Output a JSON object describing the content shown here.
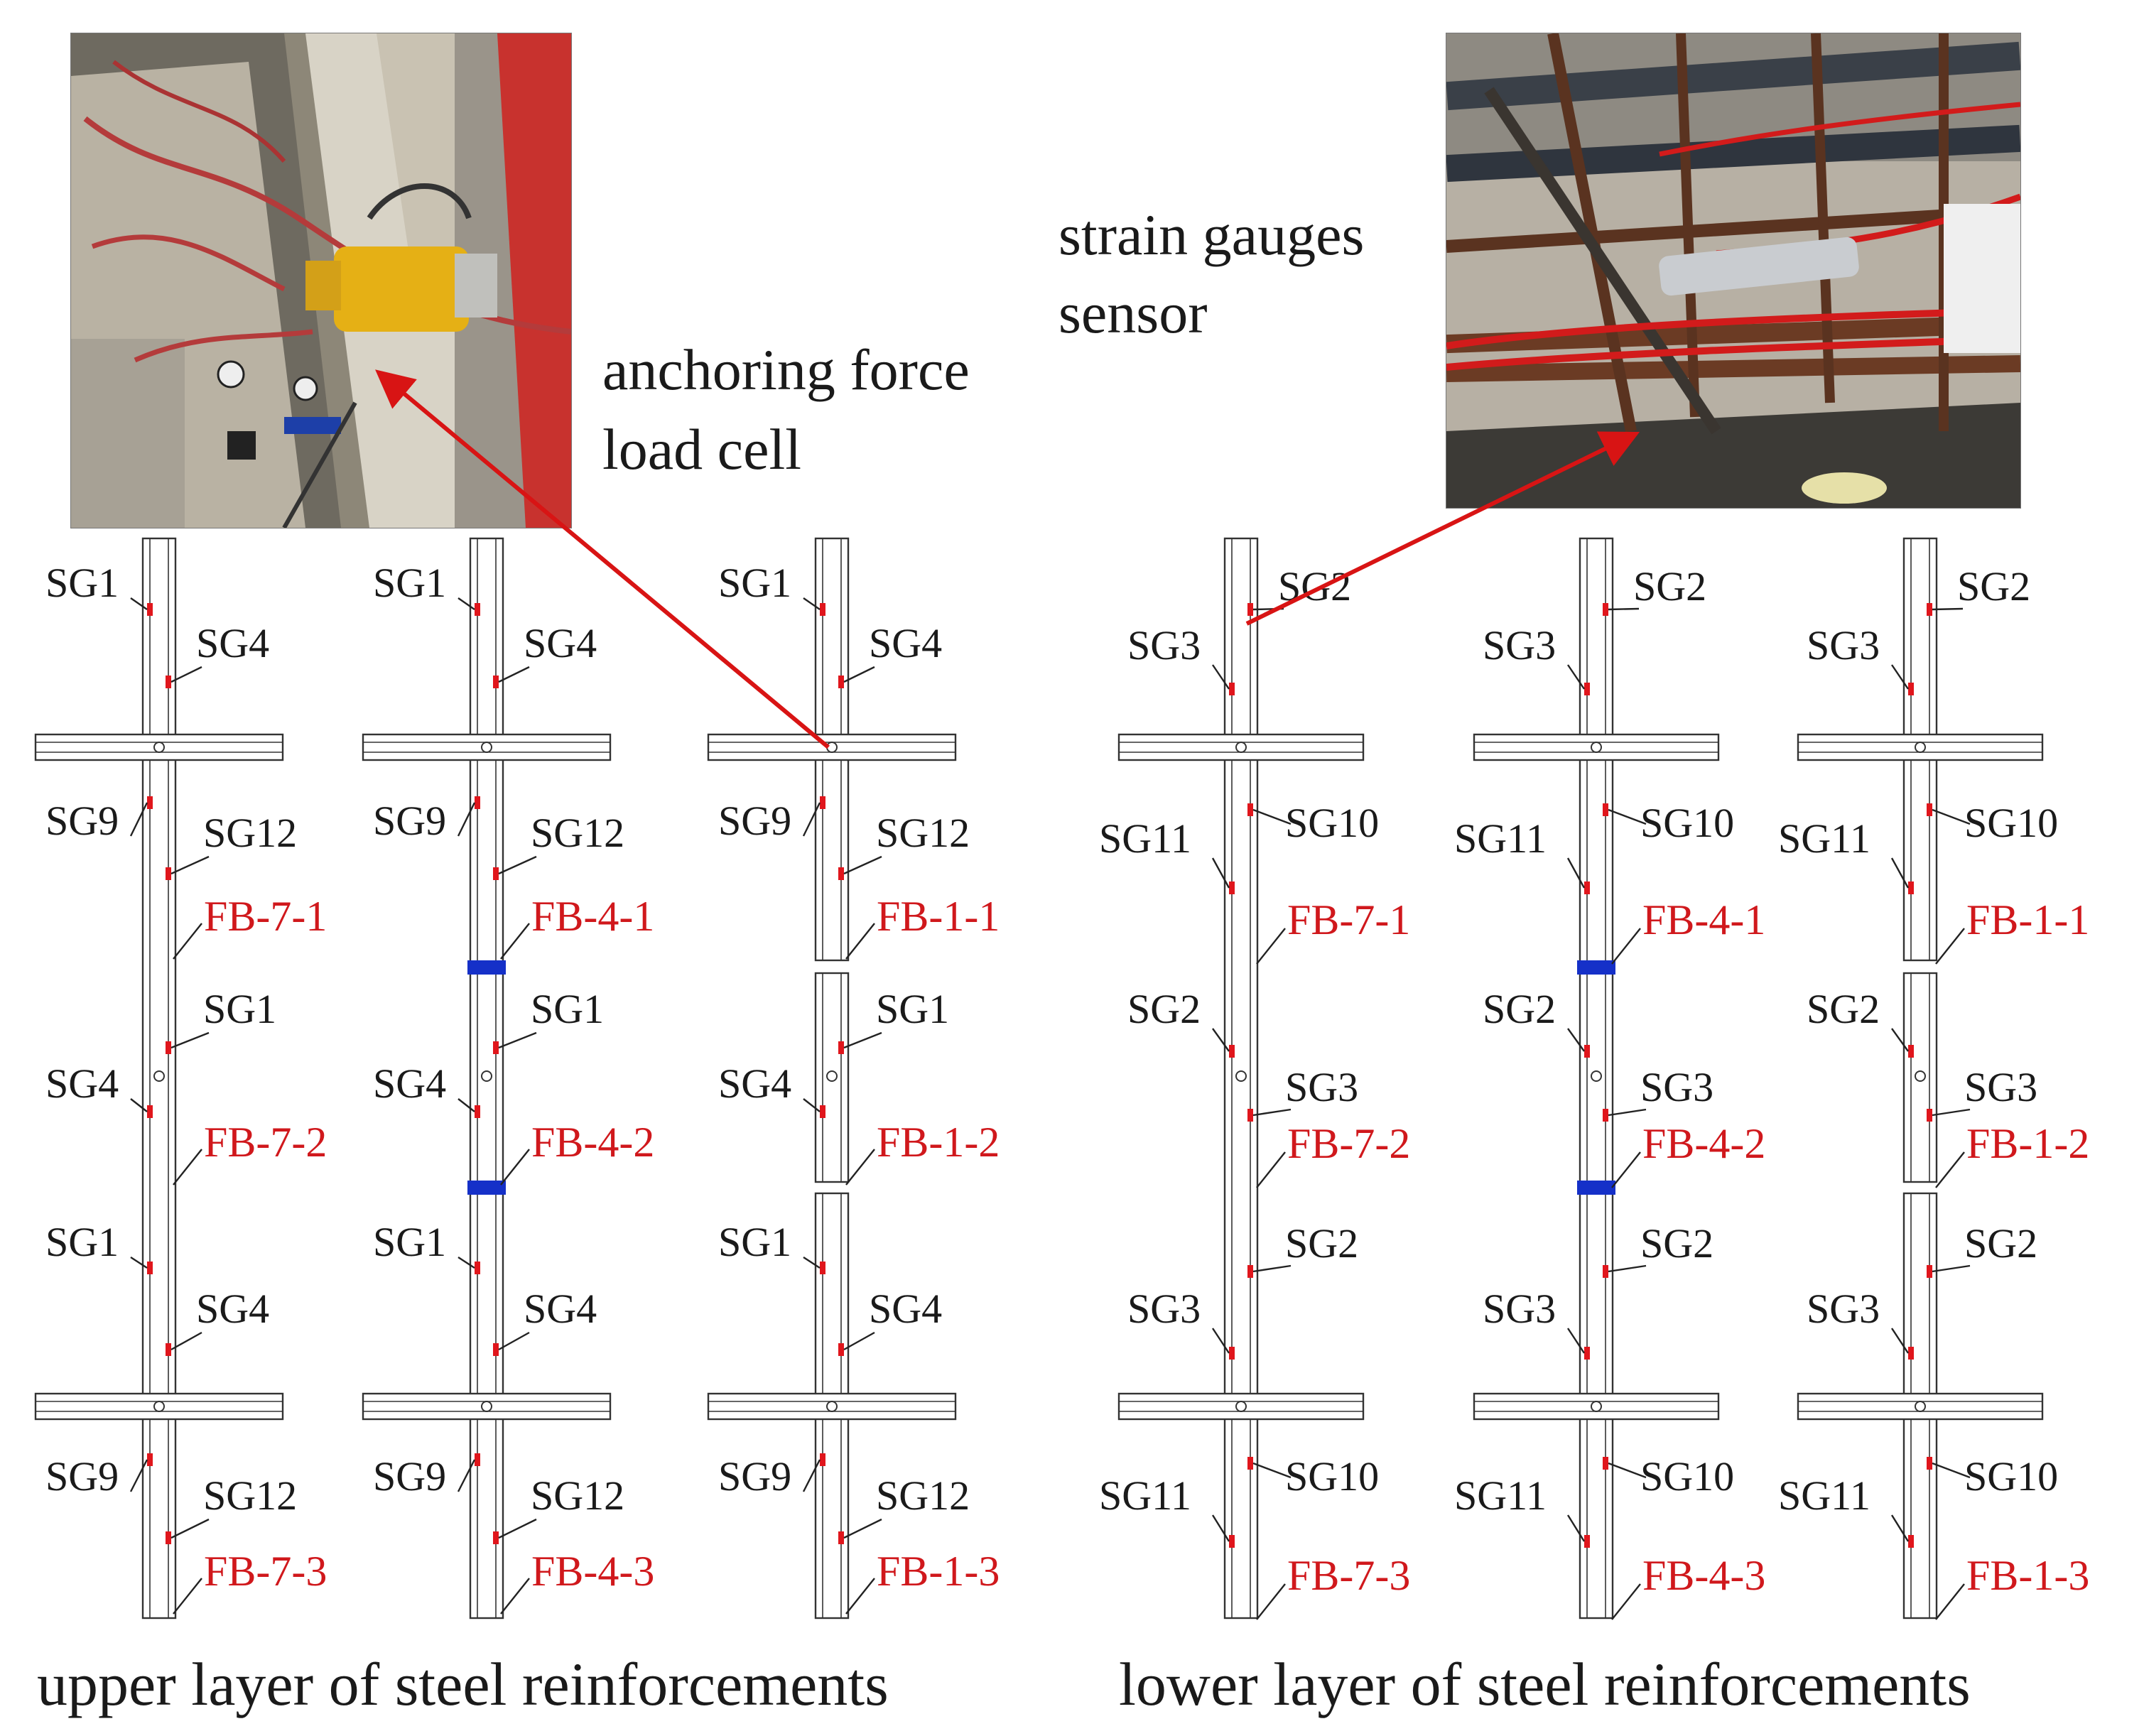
{
  "photos": {
    "left": {
      "name": "anchoring-force-load-cell-photo"
    },
    "right": {
      "name": "strain-gauge-sensor-photo"
    }
  },
  "callouts": {
    "anchor_line1": "anchoring force",
    "anchor_line2": "load cell",
    "strain_line1": "strain gauges",
    "strain_line2": "sensor"
  },
  "captions": {
    "upper": "upper layer of steel reinforcements",
    "lower": "lower layer of steel reinforcements"
  },
  "colors": {
    "bar_outline": "#333333",
    "gauge_marker": "#e0161c",
    "coupler": "#1530c8",
    "arrow": "#d81414",
    "red_label": "#d0181c"
  },
  "upper_layer": {
    "gauges_top": [
      "SG1",
      "SG4",
      "SG9",
      "SG12"
    ],
    "gauges_mid": [
      "SG1",
      "SG4"
    ],
    "gauges_bot": [
      "SG1",
      "SG4",
      "SG9",
      "SG12"
    ],
    "columns": [
      {
        "segments": [
          "FB-7-1",
          "FB-7-2",
          "FB-7-3"
        ],
        "couplers": 0
      },
      {
        "segments": [
          "FB-4-1",
          "FB-4-2",
          "FB-4-3"
        ],
        "couplers": 2
      },
      {
        "segments": [
          "FB-1-1",
          "FB-1-2",
          "FB-1-3"
        ],
        "couplers": 0
      }
    ]
  },
  "lower_layer": {
    "gauges_top": [
      "SG2",
      "SG3",
      "SG10",
      "SG11"
    ],
    "gauges_mid": [
      "SG2",
      "SG3"
    ],
    "gauges_bot": [
      "SG2",
      "SG3",
      "SG10",
      "SG11"
    ],
    "columns": [
      {
        "segments": [
          "FB-7-1",
          "FB-7-2",
          "FB-7-3"
        ],
        "couplers": 0
      },
      {
        "segments": [
          "FB-4-1",
          "FB-4-2",
          "FB-4-3"
        ],
        "couplers": 2
      },
      {
        "segments": [
          "FB-1-1",
          "FB-1-2",
          "FB-1-3"
        ],
        "couplers": 0
      }
    ]
  }
}
